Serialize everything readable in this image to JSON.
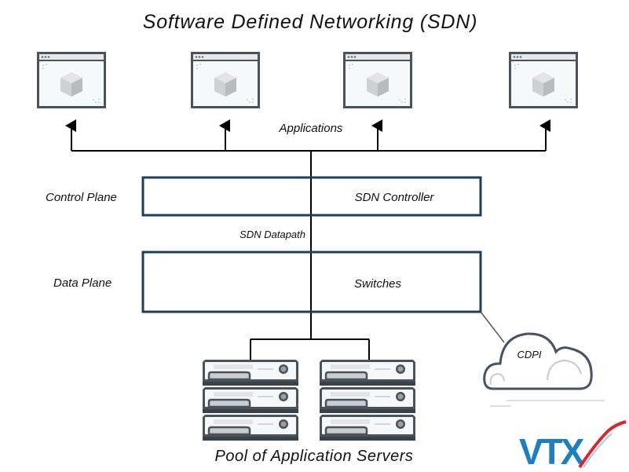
{
  "title": "Software Defined Networking (SDN)",
  "applications": {
    "label": "Applications",
    "count": 4,
    "icon": "application-window-cube-icon"
  },
  "control_plane": {
    "side_label": "Control Plane",
    "box_label": "SDN Controller"
  },
  "datapath_label": "SDN Datapath",
  "data_plane": {
    "side_label": "Data Plane",
    "box_label": "Switches"
  },
  "cloud": {
    "label": "CDPI",
    "icon": "cloud-icon"
  },
  "servers": {
    "label": "Pool of Application Servers",
    "stacks": 2,
    "units_per_stack": 3,
    "icon": "server-rack-icon"
  },
  "logo": {
    "text": "VTX",
    "colors": {
      "blue": "#1b7fc0",
      "red": "#d6262f"
    }
  },
  "colors": {
    "box_border": "#1e3f5a",
    "icon_frame": "#4a535c",
    "line": "#000000",
    "cloud_stroke": "#4a535c"
  }
}
